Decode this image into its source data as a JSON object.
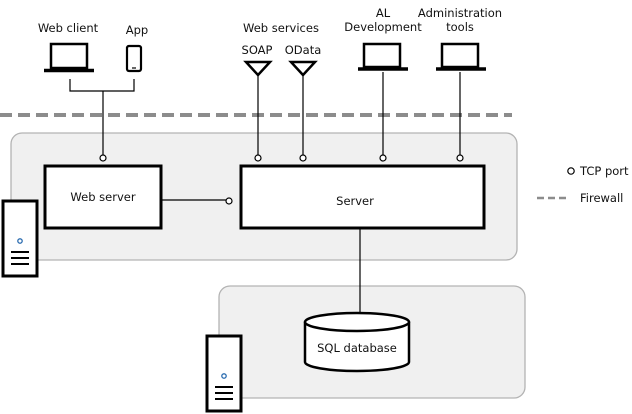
{
  "clients": {
    "web_client": "Web client",
    "app": "App",
    "web_services": "Web services",
    "soap": "SOAP",
    "odata": "OData",
    "al_development_line1": "AL",
    "al_development_line2": "Development",
    "admin_tools_line1": "Administration",
    "admin_tools_line2": "tools"
  },
  "components": {
    "web_server": "Web server",
    "server": "Server",
    "sql_database": "SQL database"
  },
  "legend": {
    "tcp_port": "TCP port",
    "firewall": "Firewall"
  },
  "colors": {
    "zone_fill": "#f0f0f0",
    "zone_border": "#b3b3b3",
    "firewall": "#8c8c8c",
    "lines": "#000000",
    "server_icon_dot": "#2b6cb0"
  }
}
